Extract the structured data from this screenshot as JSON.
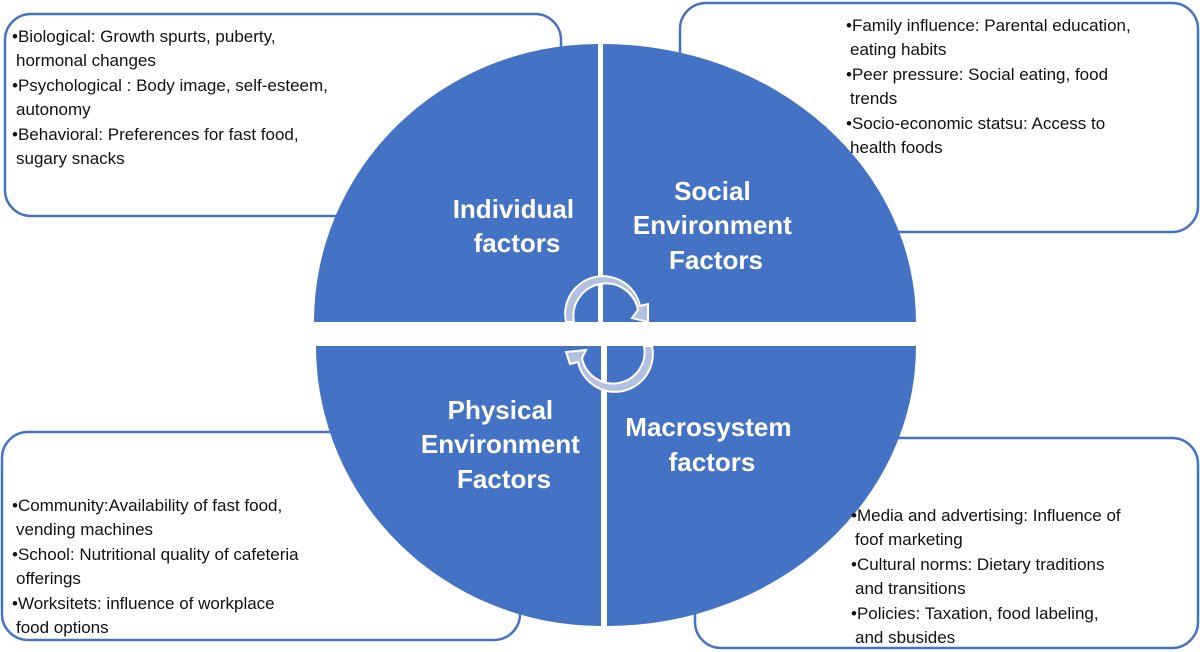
{
  "quadrants": {
    "individual": [
      "Individual",
      "factors"
    ],
    "social": [
      "Social",
      "Environment",
      "Factors"
    ],
    "physical": [
      "Physical",
      "Environment",
      "Factors"
    ],
    "macro": [
      "Macrosystem",
      "factors"
    ]
  },
  "boxes": {
    "individual": [
      "•Biological: Growth spurts, puberty,",
      " hormonal changes",
      "•Psychological : Body image, self-esteem,",
      " autonomy",
      "•Behavioral: Preferences for fast food,",
      " sugary snacks"
    ],
    "social": [
      "•Family influence: Parental education,",
      " eating habits",
      "•Peer pressure: Social eating, food",
      " trends",
      "•Socio-economic statsu: Access to",
      " health foods"
    ],
    "physical": [
      "•Community:Availability of fast food,",
      " vending machines",
      "•School: Nutritional quality of cafeteria",
      " offerings",
      "•Worksitets: influence of workplace",
      " food options"
    ],
    "macro": [
      "•Media and advertising: Influence of",
      " foof marketing",
      "•Cultural norms: Dietary traditions",
      " and transitions",
      "•Policies: Taxation, food labeling,",
      " and sbusides"
    ]
  },
  "colors": {
    "accent": "#4472c4",
    "arrow": "#b4c0e0"
  }
}
